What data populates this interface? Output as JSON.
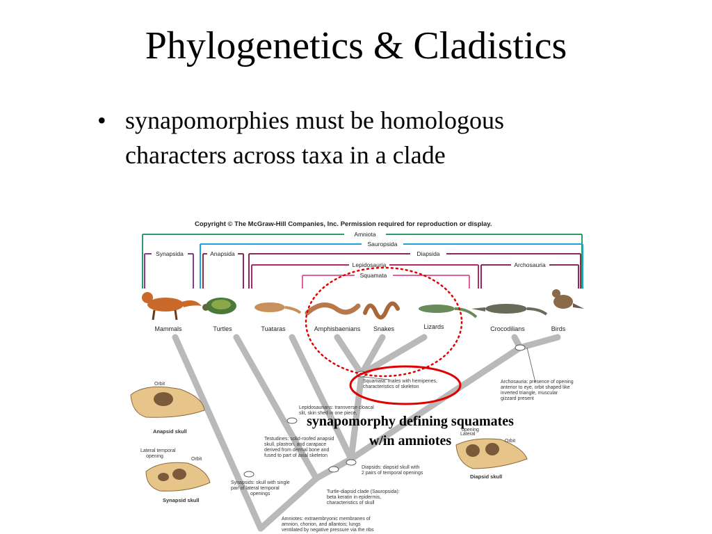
{
  "slide": {
    "title": "Phylogenetics & Cladistics",
    "bullet_marker": "•",
    "bullet_text_line1": "synapomorphies must be homologous",
    "bullet_text_line2": "characters across taxa in a clade"
  },
  "figure": {
    "copyright": "Copyright © The McGraw-Hill Companies, Inc. Permission required for reproduction or display.",
    "clades": {
      "amniota": "Amniota",
      "sauropsida": "Sauropsida",
      "synapsida": "Synapsida",
      "anapsida": "Anapsida",
      "diapsida": "Diapsida",
      "lepidosauria": "Lepidosauria",
      "archosauria": "Archosauria",
      "squamata": "Squamata"
    },
    "taxa": [
      "Mammals",
      "Turtles",
      "Tuataras",
      "Amphisbaenians",
      "Snakes",
      "Lizards",
      "Crocodilians",
      "Birds"
    ],
    "notes": {
      "squamata_1": "Squamata: males with hemipenes,",
      "squamata_2": "characteristics of skeleton",
      "archosauria_1": "Archosauria: presence of opening",
      "archosauria_2": "anterior to eye, orbit shaped like",
      "archosauria_3": "inverted triangle, muscular",
      "archosauria_4": "gizzard present",
      "lepido_1": "Lepidosaurians: transverse cloacal",
      "lepido_2": "slit, skin shed in one piece,",
      "testudines_1": "Testudines: solid-roofed anapsid",
      "testudines_2": "skull, plastron, and carapace",
      "testudines_3": "derived from dermal bone and",
      "testudines_4": "fused to part of axial skeleton",
      "diapsids_1": "Diapsids: diapsid skull with",
      "diapsids_2": "2 pairs of temporal openings",
      "synapsids_1": "Synapsids: skull with single",
      "synapsids_2": "pair of lateral temporal",
      "synapsids_3": "openings",
      "turtle_diapsid_1": "Turtle-diapsid clade (Sauropsida):",
      "turtle_diapsid_2": "beta keratin in epidermis,",
      "turtle_diapsid_3": "characteristics of skull",
      "amniotes_1": "Amniotes: extraembryonic membranes of",
      "amniotes_2": "amnion, chorion, and allantois; lungs",
      "amniotes_3": "ventilated by negative pressure via the ribs"
    },
    "skulls": {
      "orbit": "Orbit",
      "anapsid": "Anapsid skull",
      "lateral_temporal": "Lateral temporal",
      "opening": "opening",
      "synapsid": "Synapsid skull",
      "diapsid": "Diapsid skull",
      "lateral_cut": "Lateral"
    },
    "colors": {
      "amniota": "#2e9a6b",
      "sauropsida": "#1ea0d8",
      "synapsida": "#8a3a8a",
      "diapsida": "#8a2a5a",
      "lepidosauria": "#b02a6a",
      "squamata": "#e0609a",
      "tree": "#b9b9b9",
      "highlight": "#e00000"
    }
  },
  "annotation": {
    "line1": "synapomorphy defining squamates",
    "line2": "w/in amniotes"
  }
}
